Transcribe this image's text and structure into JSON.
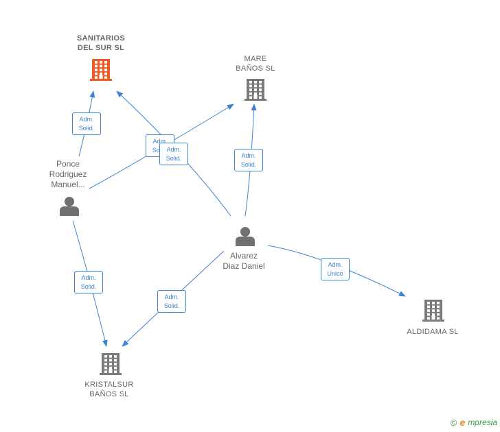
{
  "colors": {
    "edge": "#3c82d2",
    "company_main": "#f05a28",
    "company": "#7a7a7a",
    "person": "#707070",
    "label": "#666666"
  },
  "nodes": [
    {
      "id": "sanitarios",
      "type": "company",
      "highlight": true,
      "lines": [
        "SANITARIOS",
        "DEL SUR  SL"
      ]
    },
    {
      "id": "mare",
      "type": "company",
      "highlight": false,
      "lines": [
        "MARE",
        "BAÑOS  SL"
      ]
    },
    {
      "id": "ponce",
      "type": "person",
      "lines": [
        "Ponce",
        "Rodriguez",
        "Manuel..."
      ]
    },
    {
      "id": "alvarez",
      "type": "person",
      "lines": [
        "Alvarez",
        "Diaz Daniel"
      ]
    },
    {
      "id": "aldidama",
      "type": "company",
      "highlight": false,
      "lines": [
        "ALDIDAMA  SL"
      ]
    },
    {
      "id": "kristalsur",
      "type": "company",
      "highlight": false,
      "lines": [
        "KRISTALSUR",
        "BAÑOS  SL"
      ]
    }
  ],
  "edges": [
    {
      "from": "ponce",
      "to": "sanitarios",
      "label": [
        "Adm.",
        "Solid."
      ]
    },
    {
      "from": "ponce",
      "to": "mare",
      "label": [
        "Adm.",
        "Solid."
      ]
    },
    {
      "from": "alvarez",
      "to": "sanitarios",
      "label": [
        "Adm.",
        "Solid."
      ]
    },
    {
      "from": "alvarez",
      "to": "mare",
      "label": [
        "Adm.",
        "Solid."
      ]
    },
    {
      "from": "ponce",
      "to": "kristalsur",
      "label": [
        "Adm.",
        "Solid."
      ]
    },
    {
      "from": "alvarez",
      "to": "kristalsur",
      "label": [
        "Adm.",
        "Solid."
      ]
    },
    {
      "from": "alvarez",
      "to": "aldidama",
      "label": [
        "Adm.",
        "Unico"
      ]
    }
  ],
  "brand": {
    "copyright": "©",
    "initial": "e",
    "name": "mpresia"
  }
}
